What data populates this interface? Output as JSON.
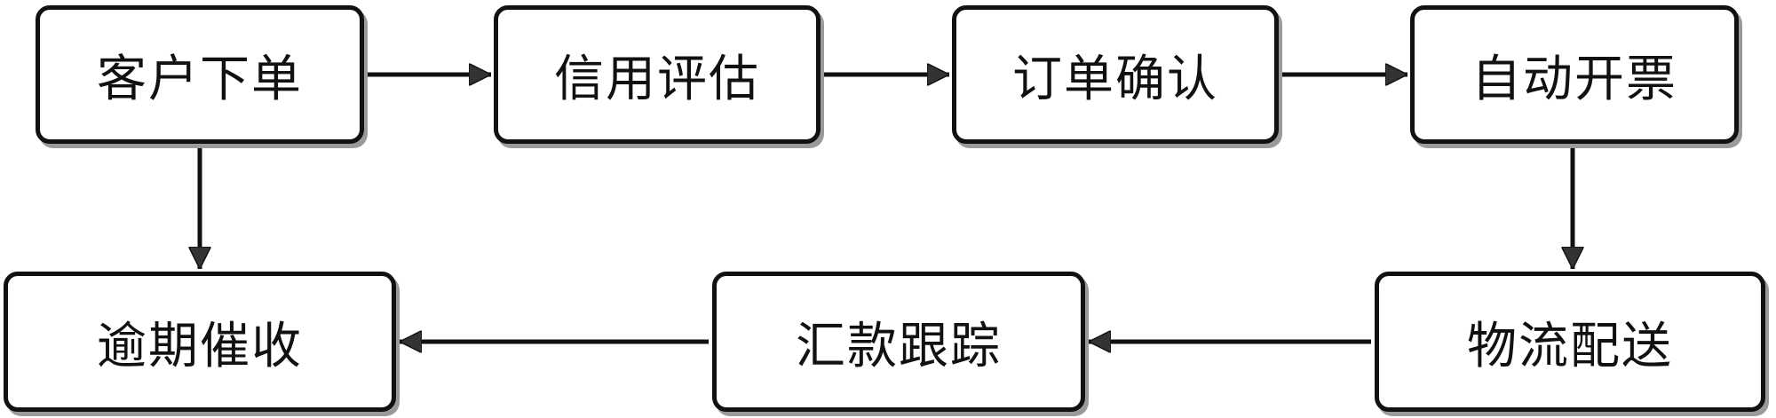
{
  "nodes": {
    "order": "客户下单",
    "credit": "信用评估",
    "confirm": "订单确认",
    "invoice": "自动开票",
    "logistics": "物流配送",
    "remittance": "汇款跟踪",
    "overdue": "逾期催收"
  },
  "colors": {
    "stroke": "#111111",
    "arrowhead": "#333333",
    "shadow": "#9a9a9a",
    "background": "#ffffff"
  }
}
